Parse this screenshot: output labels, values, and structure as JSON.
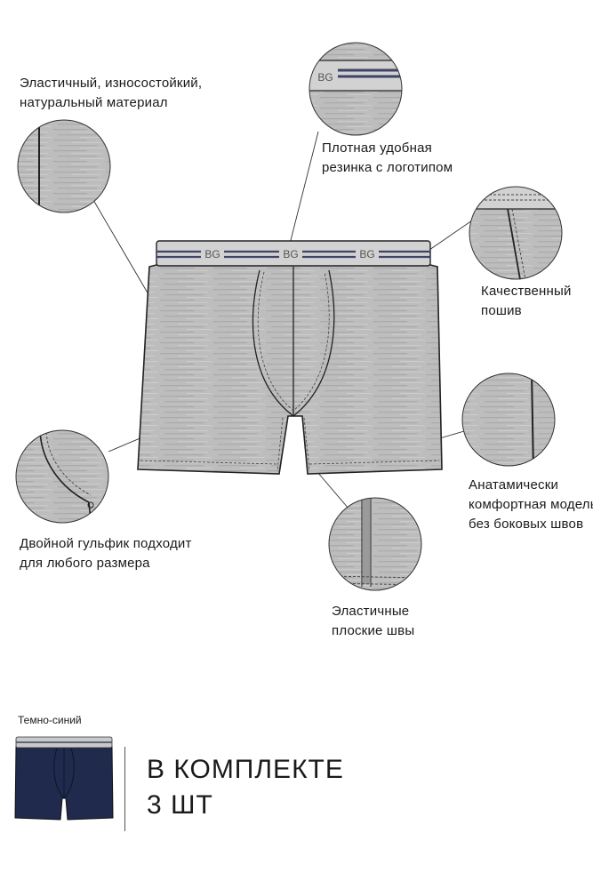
{
  "callouts": {
    "material": [
      "Эластичный, износостойкий,",
      "натуральный материал"
    ],
    "waistband": [
      "Плотная  удобная",
      "резинка с логотипом"
    ],
    "sewing": [
      "Качественный",
      "пошив"
    ],
    "fit": [
      "Анатамически",
      "комфортная модель",
      "без боковых швов"
    ],
    "pouch": [
      "Двойной гульфик подходит",
      "для любого размера"
    ],
    "seams": [
      "Эластичные",
      "плоские швы"
    ]
  },
  "logo_text": "BG",
  "variant": {
    "color_label": "Темно-синий",
    "set_line1": "В КОМПЛЕКТЕ",
    "set_line2": "3 ШТ"
  },
  "colors": {
    "fabric_gray": "#b9b9b9",
    "waistband_stripe": "#3e4466",
    "navy": "#1f2a4c"
  }
}
